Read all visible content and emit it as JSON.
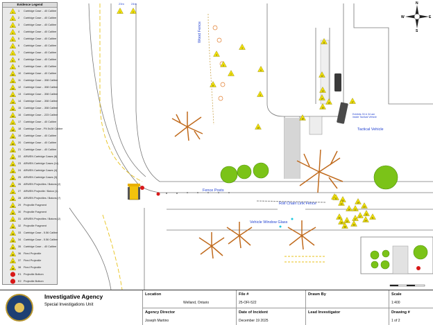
{
  "legend": {
    "title": "Evidence Legend",
    "items": [
      {
        "num": "1",
        "label": "Cartridge Case - .40 Calibre",
        "shape": "triangle"
      },
      {
        "num": "2",
        "label": "Cartridge Case - .40 Calibre",
        "shape": "triangle"
      },
      {
        "num": "3",
        "label": "Cartridge Case - .40 Calibre",
        "shape": "triangle"
      },
      {
        "num": "4",
        "label": "Cartridge Case - .40 Calibre",
        "shape": "triangle"
      },
      {
        "num": "5",
        "label": "Cartridge Case - .40 Calibre",
        "shape": "triangle"
      },
      {
        "num": "6",
        "label": "Cartridge Case - .40 Calibre",
        "shape": "triangle"
      },
      {
        "num": "7",
        "label": "Cartridge Case - .40 Calibre",
        "shape": "triangle"
      },
      {
        "num": "8",
        "label": "Cartridge Case - .40 Calibre",
        "shape": "triangle"
      },
      {
        "num": "9",
        "label": "Cartridge Case - .40 Calibre",
        "shape": "triangle"
      },
      {
        "num": "10",
        "label": "Cartridge Case - .40 Calibre",
        "shape": "triangle"
      },
      {
        "num": "11",
        "label": "Cartridge Case - .308 Calibre",
        "shape": "triangle"
      },
      {
        "num": "12",
        "label": "Cartridge Case - .308 Calibre",
        "shape": "triangle"
      },
      {
        "num": "13",
        "label": "Cartridge Case - .308 Calibre",
        "shape": "triangle"
      },
      {
        "num": "14",
        "label": "Cartridge Case - .308 Calibre",
        "shape": "triangle"
      },
      {
        "num": "15",
        "label": "Cartridge Case - .308 Calibre",
        "shape": "triangle"
      },
      {
        "num": "16",
        "label": "Cartridge Case - .223 Calibre",
        "shape": "triangle"
      },
      {
        "num": "17",
        "label": "Cartridge Case - .40 Calibre",
        "shape": "triangle"
      },
      {
        "num": "18",
        "label": "Cartridge Case - FN 5x28 Calibre",
        "shape": "triangle"
      },
      {
        "num": "19",
        "label": "Cartridge Case - .40 Calibre",
        "shape": "triangle"
      },
      {
        "num": "20",
        "label": "Cartridge Case - .40 Calibre",
        "shape": "triangle"
      },
      {
        "num": "21",
        "label": "Cartridge Case - .40 Calibre",
        "shape": "triangle"
      },
      {
        "num": "22",
        "label": "ARWEN Cartridge Cases (8)",
        "shape": "triangle"
      },
      {
        "num": "23",
        "label": "ARWEN Cartridge Cases (14)",
        "shape": "triangle"
      },
      {
        "num": "24",
        "label": "ARWEN Cartridge Cases (4)",
        "shape": "triangle"
      },
      {
        "num": "25",
        "label": "ARWEN Cartridge Cases (3)",
        "shape": "triangle"
      },
      {
        "num": "26",
        "label": "ARWEN Projectiles / Batons (2)",
        "shape": "triangle"
      },
      {
        "num": "27",
        "label": "ARWEN Projectile / Baton (1)",
        "shape": "triangle"
      },
      {
        "num": "28",
        "label": "ARWEN Projectiles / Batons (7)",
        "shape": "triangle"
      },
      {
        "num": "29",
        "label": "Projectile Fragment",
        "shape": "triangle"
      },
      {
        "num": "30",
        "label": "Projectile Fragment",
        "shape": "triangle"
      },
      {
        "num": "31",
        "label": "ARWEN Projectiles / Batons (2)",
        "shape": "triangle"
      },
      {
        "num": "32",
        "label": "Projectile Fragment",
        "shape": "triangle"
      },
      {
        "num": "33",
        "label": "Cartridge Case - 5.56 Calibre",
        "shape": "triangle"
      },
      {
        "num": "34",
        "label": "Cartridge Case - 5.56 Calibre",
        "shape": "triangle"
      },
      {
        "num": "35",
        "label": "Cartridge Case - .40 Calibre",
        "shape": "triangle"
      },
      {
        "num": "36",
        "label": "Fired Projectile",
        "shape": "triangle"
      },
      {
        "num": "37",
        "label": "Fired Projectile",
        "shape": "triangle"
      },
      {
        "num": "38",
        "label": "Fired Projectile",
        "shape": "triangle"
      },
      {
        "num": "E1",
        "label": "Projectile Bottom",
        "shape": "circle"
      },
      {
        "num": "E2",
        "label": "Projectile Bottom",
        "shape": "circle"
      }
    ]
  },
  "map_labels": {
    "wood_fence": "Wood Fence",
    "fence_posts": "Fence Posts",
    "roll_chain_link_fence": "Roll Chain Link Fence",
    "vehicle_window_glass": "Vehicle Window Glass",
    "tactical_vehicle": "Tactical Vehicle",
    "exhibit_note_line1": "Exhibits 33 & 34 are",
    "exhibit_note_line2": "inside Tactical Vehicle",
    "measure_1": "23m",
    "measure_2": "24m",
    "compass_n": "N",
    "compass_s": "S",
    "compass_e": "E",
    "compass_w": "W"
  },
  "map_markers": [
    "1",
    "2",
    "3",
    "4",
    "5",
    "6",
    "7",
    "8",
    "9",
    "10",
    "11",
    "12",
    "13",
    "14",
    "15",
    "16",
    "17",
    "18",
    "19",
    "20",
    "21",
    "22",
    "23",
    "24",
    "25",
    "26",
    "27",
    "28",
    "29",
    "30",
    "31",
    "32",
    "35",
    "36",
    "37",
    "38"
  ],
  "colors": {
    "evidence_marker": "#f2e20c",
    "label_blue": "#1f3fd0",
    "tree_brown": "#c06a1c",
    "shrub_green": "#7bc318",
    "road_line": "#e8c21a",
    "bottom_marker": "#d81818"
  },
  "title_block": {
    "agency": "Investigative Agency",
    "unit": "Special Investigations Unit",
    "location_label": "Location",
    "location_value": "Welland, Ontario",
    "file_label": "File #",
    "file_value": "25-OFI-522",
    "drawn_by_label": "Drawn By",
    "drawn_by_value": "",
    "scale_label": "Scale",
    "scale_value": "1:400",
    "director_label": "Agency Director",
    "director_value": "Joseph Martino",
    "date_label": "Date of Incident",
    "date_value": "December 19 2025",
    "lead_label": "Lead Investigator",
    "lead_value": "",
    "drawing_label": "Drawing #",
    "drawing_value": "1 of 2"
  }
}
